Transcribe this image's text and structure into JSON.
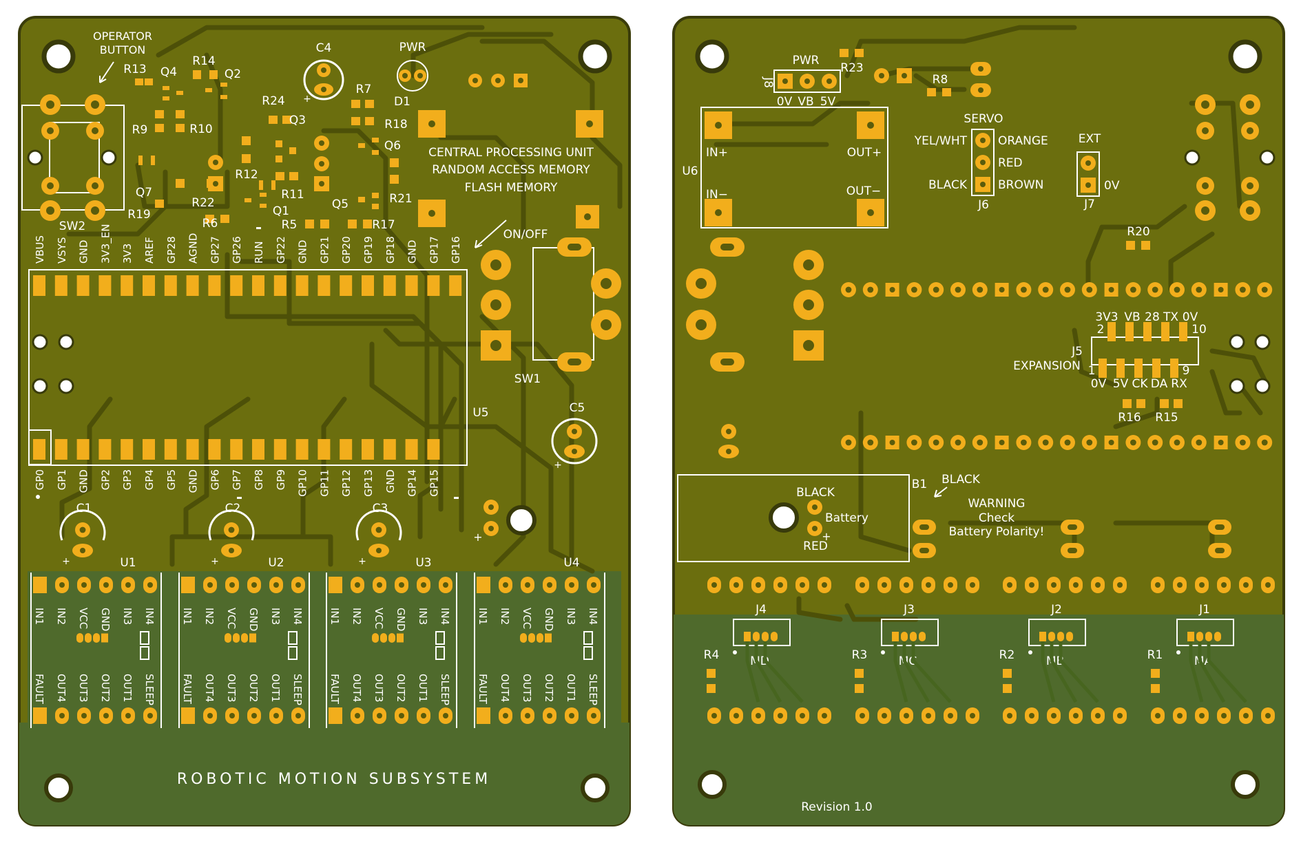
{
  "colors": {
    "board_fill": "#6b6e0e",
    "board_edge": "#3a3c0a",
    "bottom_strip": "#4f6a2c",
    "copper_pad": "#f2ae1c",
    "trace": "#4d5008",
    "silkscreen": "#ffffff"
  },
  "front": {
    "operator_button_label": "OPERATOR BUTTON",
    "sw2": "SW2",
    "components": {
      "r13": "R13",
      "q4": "Q4",
      "r14": "R14",
      "q2": "Q2",
      "r9": "R9",
      "r10": "R10",
      "q7": "Q7",
      "r22": "R22",
      "r19": "R19",
      "r6": "R6",
      "r12": "R12",
      "r24": "R24",
      "q3": "Q3",
      "r11": "R11",
      "q1": "Q1",
      "r5": "R5",
      "c4": "C4",
      "r7": "R7",
      "r18": "R18",
      "q6": "Q6",
      "r21": "R21",
      "q5": "Q5",
      "r17": "R17",
      "pwr": "PWR",
      "d1": "D1"
    },
    "cpu_lines": [
      "CENTRAL PROCESSING UNIT",
      "RANDOM ACCESS MEMORY",
      "FLASH MEMORY"
    ],
    "on_off": "ON/OFF",
    "sw1": "SW1",
    "u5": "U5",
    "c5": "C5",
    "top_pins": [
      "VBUS",
      "VSYS",
      "GND",
      "3V3_EN",
      "3V3",
      "AREF",
      "GP28",
      "AGND",
      "GP27",
      "GP26",
      "RUN",
      "GP22",
      "GND",
      "GP21",
      "GP20",
      "GP19",
      "GP18",
      "GND",
      "GP17",
      "GP16"
    ],
    "bottom_pins": [
      "GP0",
      "GP1",
      "GND",
      "GP2",
      "GP3",
      "GP4",
      "GP5",
      "GND",
      "GP6",
      "GP7",
      "GP8",
      "GP9",
      "GP10",
      "GP11",
      "GP12",
      "GP13",
      "GND",
      "GP14",
      "GP15"
    ],
    "caps": [
      "C1",
      "C2",
      "C3"
    ],
    "drivers": [
      "U1",
      "U2",
      "U3",
      "U4"
    ],
    "driver_top_pins": [
      "IN1",
      "IN2",
      "VCC",
      "GND",
      "IN3",
      "IN4"
    ],
    "driver_bottom_pins": [
      "FAULT",
      "OUT4",
      "OUT3",
      "OUT2",
      "OUT1",
      "SLEEP"
    ],
    "title": "ROBOTIC MOTION SUBSYSTEM"
  },
  "back": {
    "j8_label": "J8",
    "pwr_label": "PWR",
    "r23": "R23",
    "r8": "R8",
    "j8_pins": [
      "0V",
      "VB",
      "5V"
    ],
    "u6": "U6",
    "u6_pins": {
      "in_plus": "IN+",
      "in_minus": "IN−",
      "out_plus": "OUT+",
      "out_minus": "OUT−"
    },
    "servo": "SERVO",
    "servo_left": [
      "YEL/WHT",
      "",
      "BLACK"
    ],
    "servo_right": [
      "ORANGE",
      "RED",
      "BROWN"
    ],
    "j6": "J6",
    "ext": "EXT",
    "ext_0v": "0V",
    "j7": "J7",
    "r20": "R20",
    "j5_top_labels": [
      "3V3",
      "VB",
      "28",
      "TX",
      "0V"
    ],
    "j5_top_nums": [
      "2",
      "10"
    ],
    "j5": "J5",
    "expansion": "EXPANSION",
    "j5_bottom_nums": [
      "1",
      "9"
    ],
    "j5_bottom_labels": [
      "0V",
      "5V",
      "CK",
      "DA",
      "RX"
    ],
    "r16": "R16",
    "r15": "R15",
    "b1": "B1",
    "battery_black": "BLACK",
    "battery_red": "RED",
    "battery_label": "Battery",
    "battery_plus": "+",
    "black_note": "BLACK",
    "warning": [
      "WARNING",
      "Check",
      "Battery Polarity!"
    ],
    "motor_connectors": [
      "J4",
      "J3",
      "J2",
      "J1"
    ],
    "motor_labels": [
      "MD",
      "MC",
      "MB",
      "MA"
    ],
    "motor_resistors": [
      "R4",
      "R3",
      "R2",
      "R1"
    ],
    "revision": "Revision 1.0"
  }
}
